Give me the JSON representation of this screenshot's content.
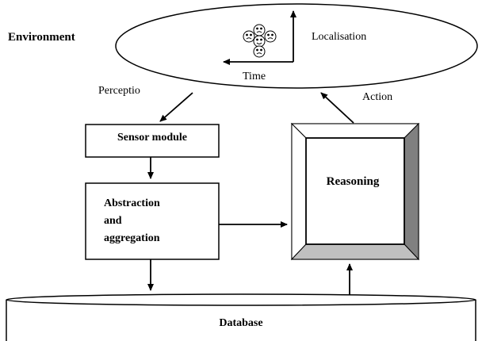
{
  "diagram": {
    "environment_label": "Environment",
    "perception_label": "Perceptio",
    "localisation_label": "Localisation",
    "time_label": "Time",
    "action_label": "Action",
    "sensor_module_label": "Sensor module",
    "abstraction_label": "Abstraction\nand\naggregation",
    "reasoning_label": "Reasoning",
    "database_label": "Database"
  },
  "colors": {
    "stroke": "#000000",
    "bevel_light": "#ffffff",
    "bevel_dark": "#808080",
    "bevel_mid": "#c0c0c0",
    "background": "#ffffff"
  }
}
